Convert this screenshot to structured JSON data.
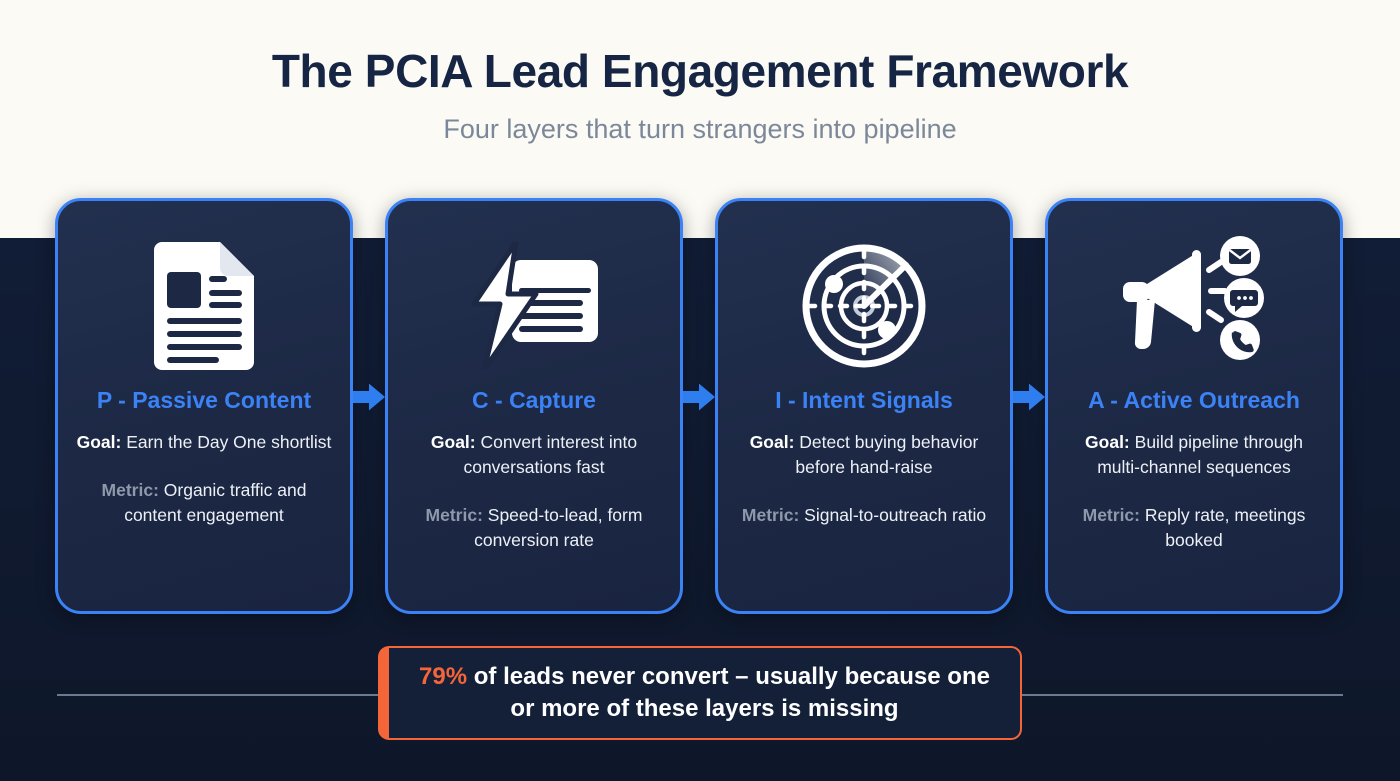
{
  "header": {
    "title": "The PCIA Lead Engagement Framework",
    "subtitle": "Four layers that turn strangers into pipeline"
  },
  "labels": {
    "goal": "Goal:",
    "metric": "Metric:"
  },
  "cards": [
    {
      "icon": "document-icon",
      "title": "P - Passive Content",
      "goal": "Earn the Day One shortlist",
      "metric": "Organic traffic and content engagement"
    },
    {
      "icon": "lightning-form-icon",
      "title": "C - Capture",
      "goal": "Convert interest into conversations fast",
      "metric": "Speed-to-lead, form conversion rate"
    },
    {
      "icon": "radar-icon",
      "title": "I - Intent Signals",
      "goal": "Detect buying behavior before hand-raise",
      "metric": "Signal-to-outreach ratio"
    },
    {
      "icon": "megaphone-icon",
      "title": "A - Active Outreach",
      "goal": "Build pipeline through multi-channel sequences",
      "metric": "Reply rate, meetings booked"
    }
  ],
  "connectors": [
    {
      "icon": "arrow-right-icon"
    },
    {
      "icon": "arrow-right-icon"
    },
    {
      "icon": "arrow-right-icon"
    }
  ],
  "callout": {
    "stat": "79%",
    "text": " of leads never convert – usually because one or more of these layers is missing"
  },
  "colors": {
    "accent_blue": "#3b82f6",
    "accent_orange": "#f4663a",
    "card_bg": "#1c2844",
    "dark_bg": "#111d36",
    "light_bg": "#fbfaf5",
    "title_navy": "#162544",
    "subtitle_gray": "#7c8899",
    "metric_gray": "#8e99ab"
  }
}
